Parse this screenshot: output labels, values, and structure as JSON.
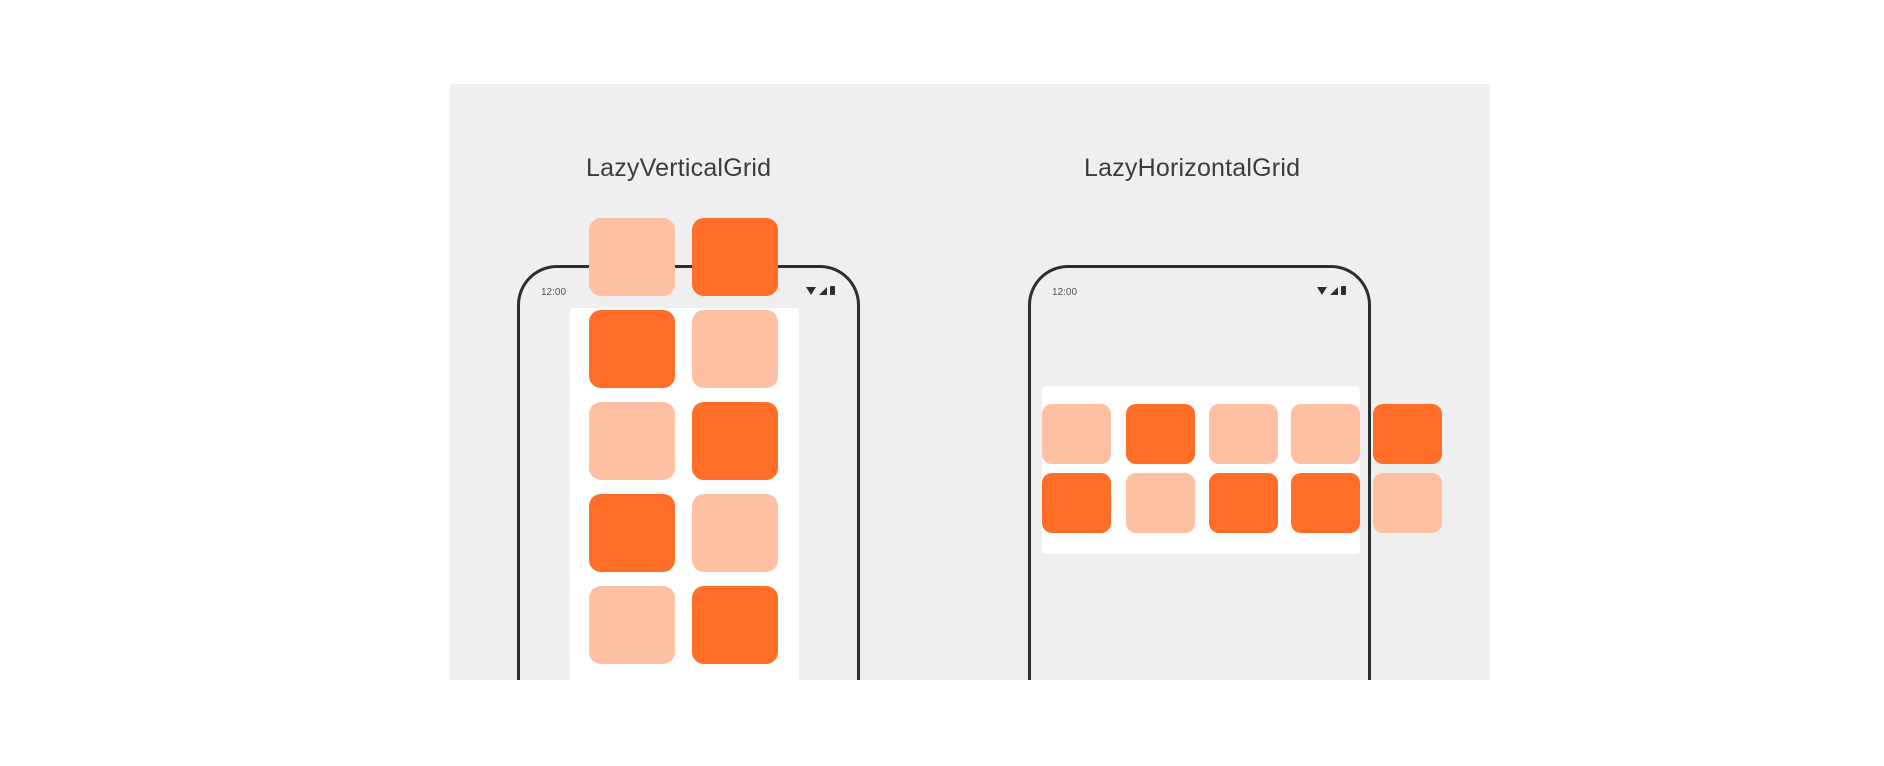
{
  "diagram": {
    "left_title": "LazyVerticalGrid",
    "right_title": "LazyHorizontalGrid",
    "left_phone": {
      "status_time": "12:00",
      "icons": [
        "wifi-icon",
        "signal-icon",
        "battery-icon"
      ]
    },
    "right_phone": {
      "status_time": "12:00",
      "icons": [
        "wifi-icon",
        "signal-icon",
        "battery-icon"
      ]
    },
    "colors": {
      "panel": "#efefef",
      "tile_light": "#ffbfa3",
      "tile_dark": "#ff6d26",
      "phone_outline": "#2e2e2e"
    },
    "vertical_grid_rows": [
      [
        "light",
        "dark"
      ],
      [
        "dark",
        "light"
      ],
      [
        "light",
        "dark"
      ],
      [
        "dark",
        "light"
      ],
      [
        "light",
        "dark"
      ]
    ],
    "horizontal_grid_rows": [
      [
        "light",
        "dark",
        "light",
        "light",
        "dark"
      ],
      [
        "dark",
        "light",
        "dark",
        "dark",
        "light"
      ]
    ]
  }
}
